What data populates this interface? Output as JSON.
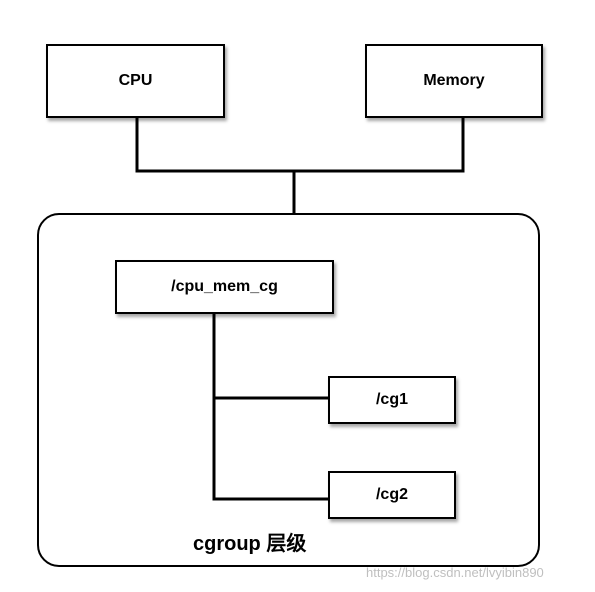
{
  "resources": {
    "cpu_label": "CPU",
    "memory_label": "Memory"
  },
  "hierarchy": {
    "root_label": "/cpu_mem_cg",
    "children": [
      {
        "label": "/cg1"
      },
      {
        "label": "/cg2"
      }
    ],
    "group_label": "cgroup 层级"
  },
  "watermark": "https://blog.csdn.net/lvyibin890",
  "colors": {
    "stroke": "#000000",
    "background": "#ffffff",
    "watermark": "#aaaaaa"
  }
}
